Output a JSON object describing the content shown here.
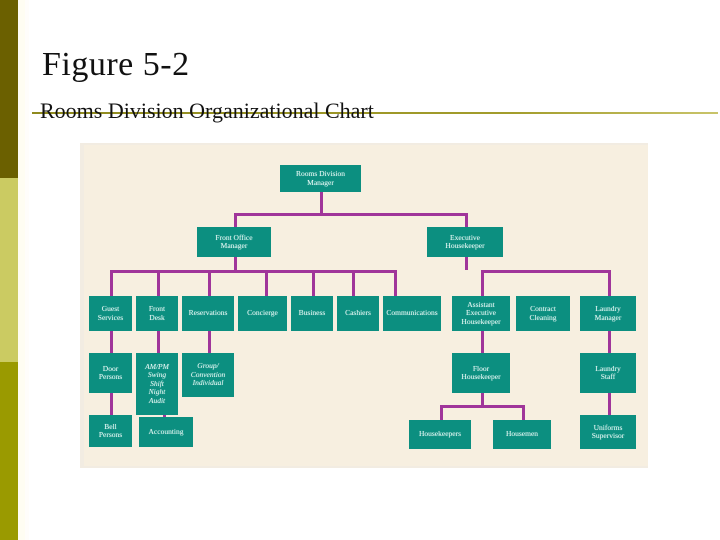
{
  "slide": {
    "title": "Figure 5-2",
    "subtitle": "Rooms Division Organizational Chart",
    "accent_color": "#8f8a1e",
    "node_color": "#0c8f80",
    "connector_color": "#a0359a",
    "panel_background": "#f7efe0",
    "sidebar_colors": [
      "#6b6000",
      "#cbcb62",
      "#9a9a00"
    ]
  },
  "chart_data": {
    "type": "diagram",
    "title": "Rooms Division Organizational Chart",
    "nodes": [
      {
        "id": "rooms-division-manager",
        "label": "Rooms Division Manager",
        "level": 1
      },
      {
        "id": "front-office-manager",
        "label": "Front Office Manager",
        "level": 2,
        "parent": "rooms-division-manager"
      },
      {
        "id": "executive-housekeeper",
        "label": "Executive Housekeeper",
        "level": 2,
        "parent": "rooms-division-manager"
      },
      {
        "id": "guest-services",
        "label": "Guest Services",
        "level": 3,
        "parent": "front-office-manager"
      },
      {
        "id": "front-desk",
        "label": "Front Desk",
        "level": 3,
        "parent": "front-office-manager"
      },
      {
        "id": "reservations",
        "label": "Reservations",
        "level": 3,
        "parent": "front-office-manager"
      },
      {
        "id": "concierge",
        "label": "Concierge",
        "level": 3,
        "parent": "front-office-manager"
      },
      {
        "id": "business",
        "label": "Business",
        "level": 3,
        "parent": "front-office-manager"
      },
      {
        "id": "cashiers",
        "label": "Cashiers",
        "level": 3,
        "parent": "front-office-manager"
      },
      {
        "id": "communications",
        "label": "Communications",
        "level": 3,
        "parent": "front-office-manager"
      },
      {
        "id": "assistant-exec-housekeeper",
        "label": "Assistant Executive Housekeeper",
        "level": 3,
        "parent": "executive-housekeeper"
      },
      {
        "id": "contract-cleaning",
        "label": "Contract Cleaning",
        "level": 3,
        "parent": "executive-housekeeper"
      },
      {
        "id": "laundry-manager",
        "label": "Laundry Manager",
        "level": 3,
        "parent": "executive-housekeeper"
      },
      {
        "id": "door-persons",
        "label": "Door Persons",
        "level": 4,
        "parent": "guest-services"
      },
      {
        "id": "am-pm-shifts",
        "label": "AM/PM Swing Shift Night Audit",
        "level": 4,
        "parent": "front-desk",
        "italic": true
      },
      {
        "id": "group-convention",
        "label": "Group/ Convention Individual",
        "level": 4,
        "parent": "reservations",
        "italic": true
      },
      {
        "id": "floor-housekeeper",
        "label": "Floor Housekeeper",
        "level": 4,
        "parent": "assistant-exec-housekeeper"
      },
      {
        "id": "laundry-staff",
        "label": "Laundry Staff",
        "level": 4,
        "parent": "laundry-manager"
      },
      {
        "id": "bell-persons",
        "label": "Bell Persons",
        "level": 5,
        "parent": "door-persons"
      },
      {
        "id": "accounting",
        "label": "Accounting",
        "level": 5,
        "parent": "am-pm-shifts",
        "dashed": true
      },
      {
        "id": "housekeepers",
        "label": "Housekeepers",
        "level": 5,
        "parent": "floor-housekeeper"
      },
      {
        "id": "housemen",
        "label": "Housemen",
        "level": 5,
        "parent": "floor-housekeeper"
      },
      {
        "id": "uniforms-supervisor",
        "label": "Uniforms Supervisor",
        "level": 5,
        "parent": "laundry-staff"
      }
    ],
    "node_labels": {
      "rooms_division_manager": "Rooms Division\nManager",
      "front_office_manager": "Front Office\nManager",
      "executive_housekeeper": "Executive\nHousekeeper",
      "guest_services": "Guest\nServices",
      "front_desk": "Front\nDesk",
      "reservations": "Reservations",
      "concierge": "Concierge",
      "business": "Business",
      "cashiers": "Cashiers",
      "communications": "Communications",
      "assistant_exec_housekeeper": "Assistant\nExecutive\nHousekeeper",
      "contract_cleaning": "Contract\nCleaning",
      "laundry_manager": "Laundry\nManager",
      "door_persons": "Door\nPersons",
      "am_pm_shifts": "AM/PM\nSwing\nShift\nNight\nAudit",
      "group_convention": "Group/\nConvention\nIndividual",
      "floor_housekeeper": "Floor\nHousekeeper",
      "laundry_staff": "Laundry\nStaff",
      "bell_persons": "Bell\nPersons",
      "accounting": "Accounting",
      "housekeepers": "Housekeepers",
      "housemen": "Housemen",
      "uniforms_supervisor": "Uniforms\nSupervisor"
    }
  }
}
